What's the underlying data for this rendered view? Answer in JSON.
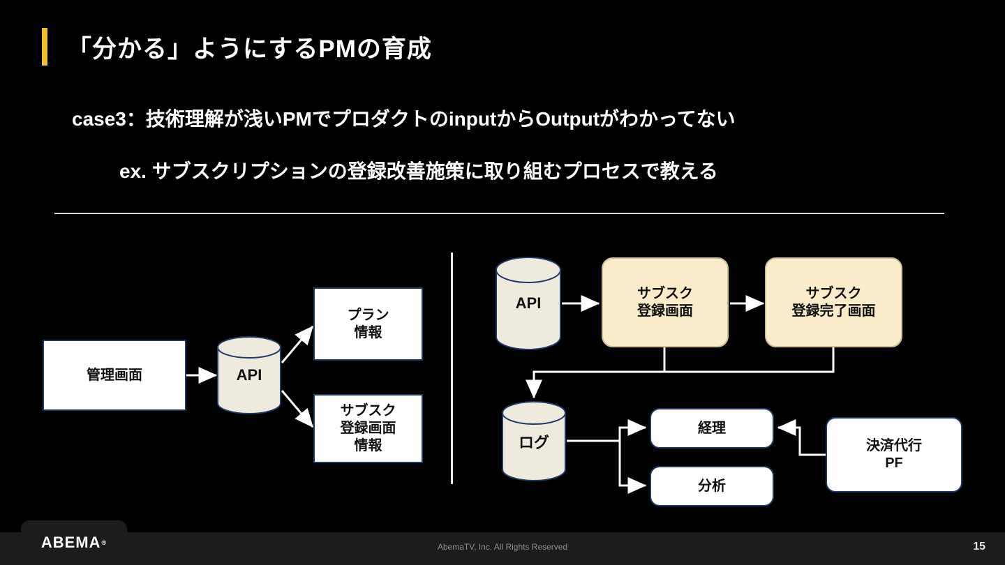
{
  "slide": {
    "title": "「分かる」ようにするPMの育成",
    "accent_color": "#edc22e",
    "subtitle_1": "case3：技術理解が浅いPMでプロダクトのinputからOutputがわかってない",
    "subtitle_2": "ex. サブスクリプションの登録改善施策に取り組むプロセスで教える"
  },
  "diagram_left": {
    "nodes": {
      "admin_screen": "管理画面",
      "api": "API",
      "plan_info": "プラン\n情報",
      "subsc_register_info": "サブスク\n登録画面\n情報"
    }
  },
  "diagram_right": {
    "nodes": {
      "api": "API",
      "subsc_register": "サブスク\n登録画面",
      "subsc_complete": "サブスク\n登録完了画面",
      "log": "ログ",
      "accounting": "経理",
      "analysis": "分析",
      "payment_agency": "決済代行\nPF"
    }
  },
  "colors": {
    "background": "#000000",
    "cream_box": "#faeccb",
    "white_box": "#ffffff",
    "border_navy": "#1f3864",
    "cylinder_fill": "#eeeade",
    "connector": "#ffffff"
  },
  "footer": {
    "logo": "ABEMA",
    "logo_mark": "®",
    "copyright": "AbemaTV, Inc. All Rights Reserved",
    "page_number": "15"
  }
}
